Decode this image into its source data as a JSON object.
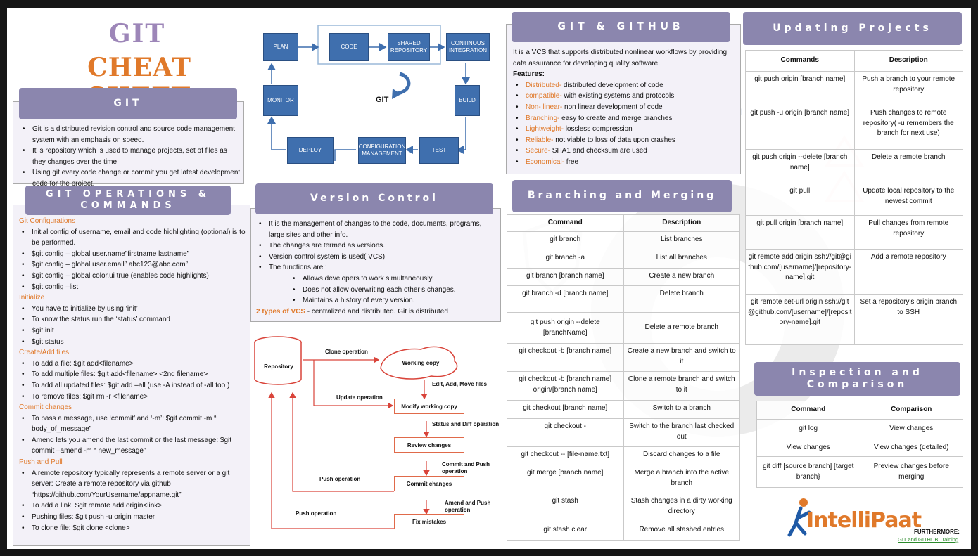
{
  "title": {
    "line1": "GIT",
    "line2": "CHEAT SHEET"
  },
  "git_section": {
    "heading": "GIT",
    "bullets": [
      "Git is a distributed revision control and source code management system with an emphasis on speed.",
      "It is repository which is used to manage projects, set of files as they changes over the time.",
      "Using git every code change or commit you get latest development code for the project."
    ]
  },
  "operations": {
    "heading": "GIT OPERATIONS & COMMANDS",
    "groups": [
      {
        "title": "Git Configurations",
        "items": [
          "Initial config of username, email and code highlighting (optional) is to be performed.",
          "$git config – global user.name”firstname lastname”",
          "$git config – global user.email” abc123@abc.com”",
          "$git config – global color.ui true (enables code highlights)",
          "$git config –list"
        ]
      },
      {
        "title": "Initialize",
        "items": [
          "You have to initialize by using ‘init’",
          "To know the status run the ‘status’ command",
          "$git init",
          "$git status"
        ]
      },
      {
        "title": "Create/Add files",
        "items": [
          "To add a file: $git add<filename>",
          "To add multiple files: $git add<filename> <2nd filename>",
          "To add all updated files: $git add –all (use -A instead of -all too )",
          "To remove files: $git rm -r <filename>"
        ]
      },
      {
        "title": "Commit changes",
        "items": [
          "To pass a message, use ‘commit’ and ‘-m’: $git commit -m “ body_of_message”",
          "Amend lets you amend the last commit or the last message: $git commit –amend -m “ new_message”"
        ]
      },
      {
        "title": "Push and Pull",
        "items": [
          "A remote repository typically represents a remote server or a git server: Create a remote repository via github “https://github.com/YourUsername/appname.git”",
          "To add a link: $git remote add origin<link>",
          "Pushing files: $git push -u origin master",
          "To clone file: $git clone <clone>"
        ]
      }
    ]
  },
  "devops_flow": {
    "boxes": {
      "plan": "PLAN",
      "code": "CODE",
      "shared": "SHARED REPOSITORY",
      "ci": "CONTINOUS INTEGRATION",
      "monitor": "MONITOR",
      "build": "BUILD",
      "deploy": "DEPLOY",
      "config": "CONFIGURATION MANAGEMENT",
      "test": "TEST"
    },
    "center_label": "GIT"
  },
  "version_control": {
    "heading": "Version Control",
    "bullets": [
      "It is the management of changes to the code, documents, programs, large sites and other info.",
      "The changes are termed as versions.",
      "Version control system is used( VCS)",
      "The functions are :"
    ],
    "functions": [
      "Allows developers to work simultaneously.",
      "Does not allow overwriting each other’s changes.",
      "Maintains a history of every version."
    ],
    "types_highlight": "2 types of VCS",
    "types_rest": " - centralized and distributed. Git is distributed"
  },
  "repo_flow": {
    "repository": "Repository",
    "working_copy": "Working copy",
    "modify": "Modify working copy",
    "review": "Review changes",
    "commit": "Commit changes",
    "fix": "Fix mistakes",
    "labels": {
      "clone": "Clone operation",
      "update": "Update operation",
      "edit": "Edit, Add, Move files",
      "status_diff": "Status and Diff operation",
      "commit_push": "Commit and Push operation",
      "push1": "Push operation",
      "amend_push": "Amend and Push operation",
      "push2": "Push operation"
    }
  },
  "git_github": {
    "heading": "GIT & GITHUB",
    "intro": "It is a VCS that supports distributed nonlinear workflows by providing data assurance for developing quality software.",
    "features_label": "Features:",
    "features": [
      {
        "name": "Distributed-",
        "desc": " distributed development of code"
      },
      {
        "name": "compatible-",
        "desc": " with existing systems and protocols"
      },
      {
        "name": "Non- linear-",
        "desc": "  non linear development of code"
      },
      {
        "name": "Branching-",
        "desc": " easy to create and merge branches"
      },
      {
        "name": "Lightweight-",
        "desc": " lossless compression"
      },
      {
        "name": "Reliable-",
        "desc": " not viable to loss of data upon crashes"
      },
      {
        "name": "Secure-",
        "desc": " SHA1 and checksum are used"
      },
      {
        "name": "Economical-",
        "desc": " free"
      }
    ]
  },
  "branching": {
    "heading": "Branching and Merging",
    "headers": [
      "Command",
      "Description"
    ],
    "rows": [
      [
        "git branch",
        "List branches"
      ],
      [
        "git branch -a",
        "List all branches"
      ],
      [
        "git branch [branch name]",
        "Create a new branch"
      ],
      [
        "git branch -d [branch name]",
        "Delete branch"
      ],
      [
        "git push origin --delete [branchName]",
        "Delete a remote branch"
      ],
      [
        "git checkout -b [branch name]",
        "Create a new branch and switch to it"
      ],
      [
        "git checkout -b [branch name] origin/[branch name]",
        "Clone a remote branch and switch to it"
      ],
      [
        "git checkout [branch name]",
        "Switch to a branch"
      ],
      [
        "git checkout -",
        "Switch to the branch last checked out"
      ],
      [
        "git checkout -- [file-name.txt]",
        "Discard changes to a file"
      ],
      [
        "git merge [branch name]",
        "Merge a branch into the active branch"
      ],
      [
        "git stash",
        "Stash changes in a dirty working directory"
      ],
      [
        "git stash clear",
        "Remove all stashed entries"
      ]
    ]
  },
  "updating": {
    "heading": "Updating Projects",
    "headers": [
      "Commands",
      "Description"
    ],
    "rows": [
      [
        "git push origin [branch name]",
        "Push a branch to your remote repository"
      ],
      [
        "git push -u origin [branch name]",
        "Push changes to remote repository( -u remembers the branch for next use)"
      ],
      [
        "git push origin --delete [branch name]",
        "Delete a remote branch"
      ],
      [
        "git pull",
        "Update local repository to the newest commit"
      ],
      [
        "git pull origin [branch name]",
        "Pull changes from remote repository"
      ],
      [
        "git remote add origin ssh://git@github.com/[username]/[repository-name].git",
        "Add a remote repository"
      ],
      [
        "git remote set-url origin ssh://git@github.com/[username]/[repository-name].git",
        "Set a repository's origin branch to SSH"
      ]
    ]
  },
  "inspection": {
    "heading": "Inspection and Comparison",
    "headers": [
      "Command",
      "Comparison"
    ],
    "rows": [
      [
        "git log",
        "View changes"
      ],
      [
        "View changes",
        "View changes (detailed)"
      ],
      [
        "git diff [source branch] [target branch}",
        "Preview changes before merging"
      ]
    ]
  },
  "footer": {
    "brand": "IntelliPaat",
    "furthermore": "FURTHERMORE:",
    "link": "GIT and GITHUB Training"
  },
  "colors": {
    "banner": "#8b86ae",
    "orange": "#e0792a",
    "title_purple": "#9d86b8",
    "flow_blue": "#3f6fae",
    "flow_red": "#d9443a"
  }
}
